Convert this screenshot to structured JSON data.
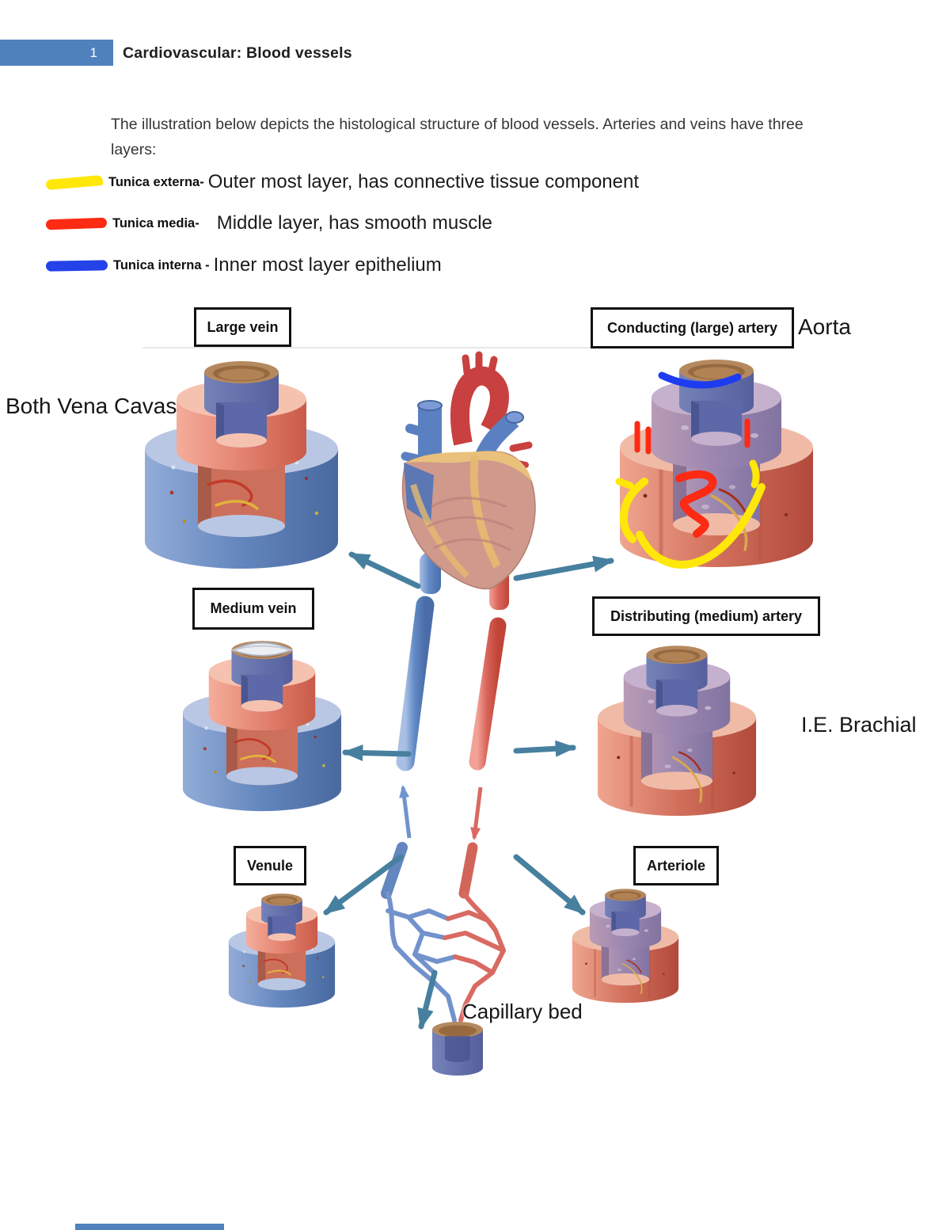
{
  "header": {
    "page_number": "1",
    "title": "Cardiovascular: Blood vessels"
  },
  "intro": {
    "text": "The illustration below depicts the histological structure of blood vessels. Arteries and veins have three layers:"
  },
  "layers": [
    {
      "term": "Tunica externa-",
      "definition": "Outer most layer, has connective tissue component"
    },
    {
      "term": "Tunica media-",
      "definition": "Middle layer, has smooth muscle"
    },
    {
      "term": "Tunica interna -",
      "definition": "Inner most layer epithelium"
    }
  ],
  "diagram": {
    "boxes": {
      "large_vein": "Large vein",
      "conducting_artery": "Conducting (large) artery",
      "medium_vein": "Medium vein",
      "distributing_artery": "Distributing (medium) artery",
      "venule": "Venule",
      "arteriole": "Arteriole"
    },
    "annotations": {
      "aorta": "Aorta",
      "both_vena_cavas": "Both Vena Cavas",
      "ie_brachial": "I.E. Brachial",
      "capillary_bed": "Capillary bed"
    }
  },
  "colors": {
    "accent_bar": "#4f81bd",
    "marker_yellow": "#ffe70a",
    "marker_red": "#fd2a14",
    "marker_blue": "#2342e8",
    "arrow_teal": "#47809f",
    "vein_blue": "#6286bd",
    "artery_red": "#d2705c"
  }
}
